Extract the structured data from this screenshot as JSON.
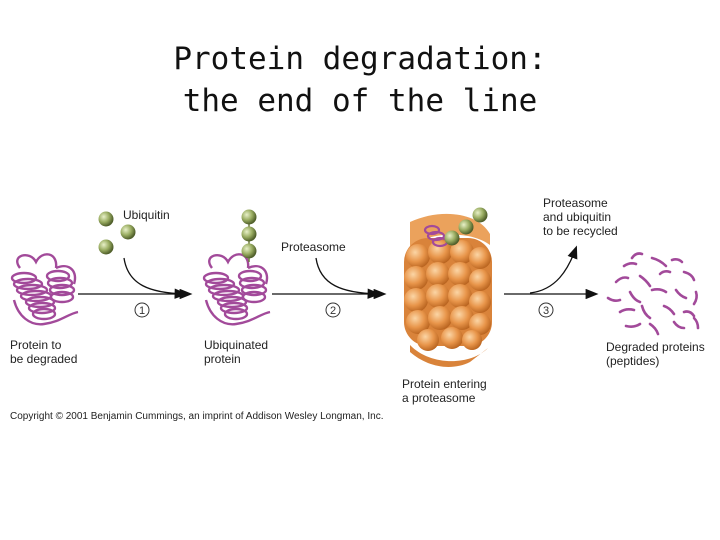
{
  "title": {
    "line1": "Protein degradation:",
    "line2": "the end of the line"
  },
  "labels": {
    "ubiquitin": "Ubiquitin",
    "proteasome": "Proteasome",
    "protein_to_be_degraded": [
      "Protein to",
      "be degraded"
    ],
    "ubiquinated_protein": [
      "Ubiquinated",
      "protein"
    ],
    "protein_entering": [
      "Protein entering",
      "a proteasome"
    ],
    "recycled": [
      "Proteasome",
      "and ubiquitin",
      "to be recycled"
    ],
    "degraded_proteins": [
      "Degraded proteins",
      "(peptides)"
    ]
  },
  "steps": [
    "1",
    "2",
    "3"
  ],
  "copyright": "Copyright © 2001 Benjamin Cummings, an imprint of Addison Wesley Longman, Inc.",
  "colors": {
    "protein": "#a24a9a",
    "ubiquitin": "#8ea25a",
    "proteasome": "#e38b3a"
  }
}
